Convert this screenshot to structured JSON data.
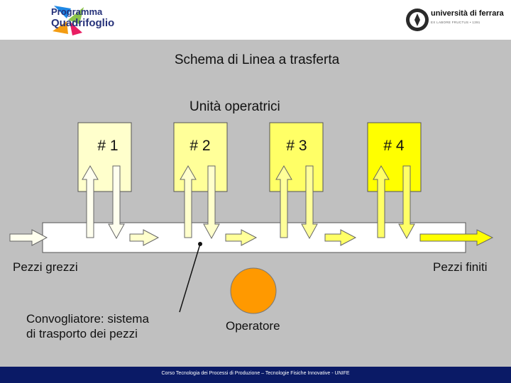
{
  "header": {
    "brand_line1": "Programma",
    "brand_line2": "Quadrifoglio",
    "university_name": "università di ferrara",
    "university_tagline": "EX LABORE FRUCTUS • 1391"
  },
  "slide": {
    "title": "Schema di Linea a trasferta",
    "subtitle": "Unità operatrici"
  },
  "units": [
    {
      "label": "# 1",
      "color": "#ffffcc"
    },
    {
      "label": "# 2",
      "color": "#ffff99"
    },
    {
      "label": "# 3",
      "color": "#ffff66"
    },
    {
      "label": "# 4",
      "color": "#ffff00"
    }
  ],
  "labels": {
    "input": "Pezzi grezzi",
    "output": "Pezzi finiti",
    "conveyor_line1": "Convogliatore: sistema",
    "conveyor_line2": "di trasporto dei pezzi",
    "operator": "Operatore"
  },
  "colors": {
    "operator_fill": "#ff9900",
    "footer_bg": "#0a1a66"
  },
  "footer": {
    "text": "Corso Tecnologia dei Processi di Produzione – Tecnologie Fisiche Innovative - UNIFE"
  }
}
